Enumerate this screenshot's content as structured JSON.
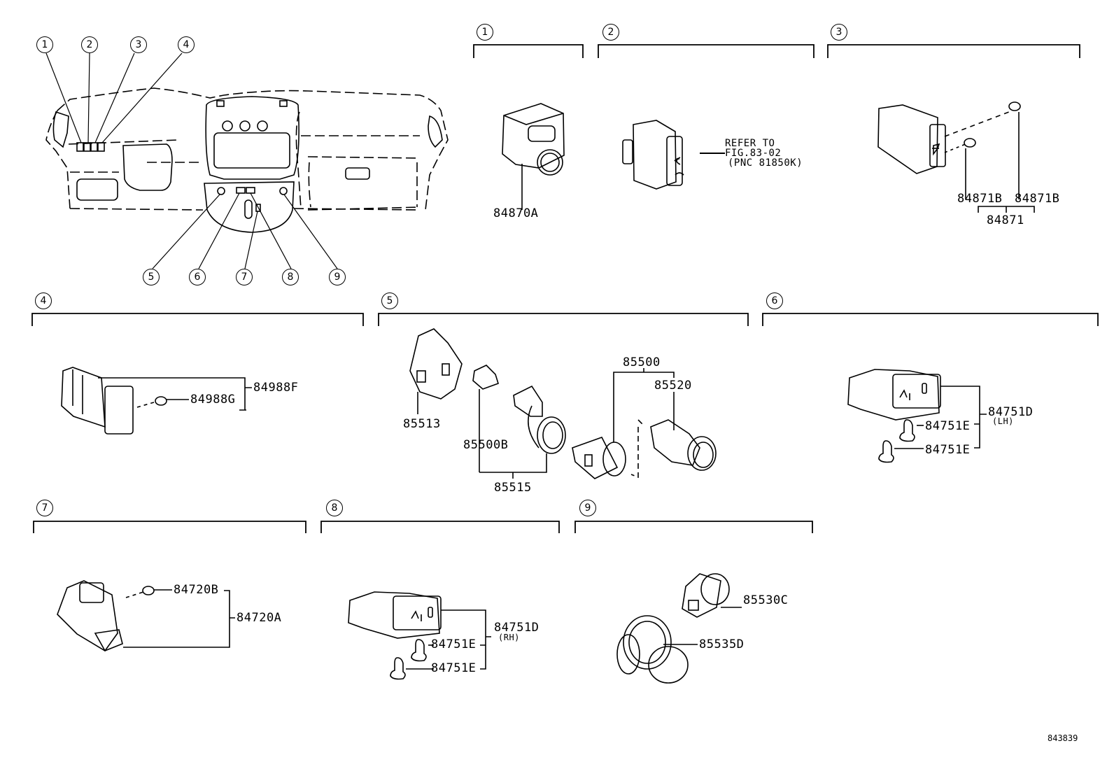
{
  "figure_id": "843839",
  "overview": {
    "title": "Instrument panel switch locations",
    "callouts": [
      "1",
      "2",
      "3",
      "4",
      "5",
      "6",
      "7",
      "8",
      "9"
    ]
  },
  "groups": [
    {
      "id": "1",
      "parts": [
        {
          "pnc": "84870A"
        }
      ]
    },
    {
      "id": "2",
      "note": [
        "REFER TO",
        "FIG.83-02",
        "(PNC 81850K)"
      ]
    },
    {
      "id": "3",
      "parts": [
        {
          "pnc": "84871B"
        },
        {
          "pnc": "84871B"
        },
        {
          "pnc": "84871"
        }
      ]
    },
    {
      "id": "4",
      "parts": [
        {
          "pnc": "84988F"
        },
        {
          "pnc": "84988G"
        }
      ]
    },
    {
      "id": "5",
      "parts": [
        {
          "pnc": "85513"
        },
        {
          "pnc": "85500B"
        },
        {
          "pnc": "85515"
        },
        {
          "pnc": "85500"
        },
        {
          "pnc": "85520"
        }
      ]
    },
    {
      "id": "6",
      "parts": [
        {
          "pnc": "84751D",
          "side": "(LH)"
        },
        {
          "pnc": "84751E"
        },
        {
          "pnc": "84751E"
        }
      ]
    },
    {
      "id": "7",
      "parts": [
        {
          "pnc": "84720B"
        },
        {
          "pnc": "84720A"
        }
      ]
    },
    {
      "id": "8",
      "parts": [
        {
          "pnc": "84751D",
          "side": "(RH)"
        },
        {
          "pnc": "84751E"
        },
        {
          "pnc": "84751E"
        }
      ]
    },
    {
      "id": "9",
      "parts": [
        {
          "pnc": "85530C"
        },
        {
          "pnc": "85535D"
        }
      ]
    }
  ]
}
